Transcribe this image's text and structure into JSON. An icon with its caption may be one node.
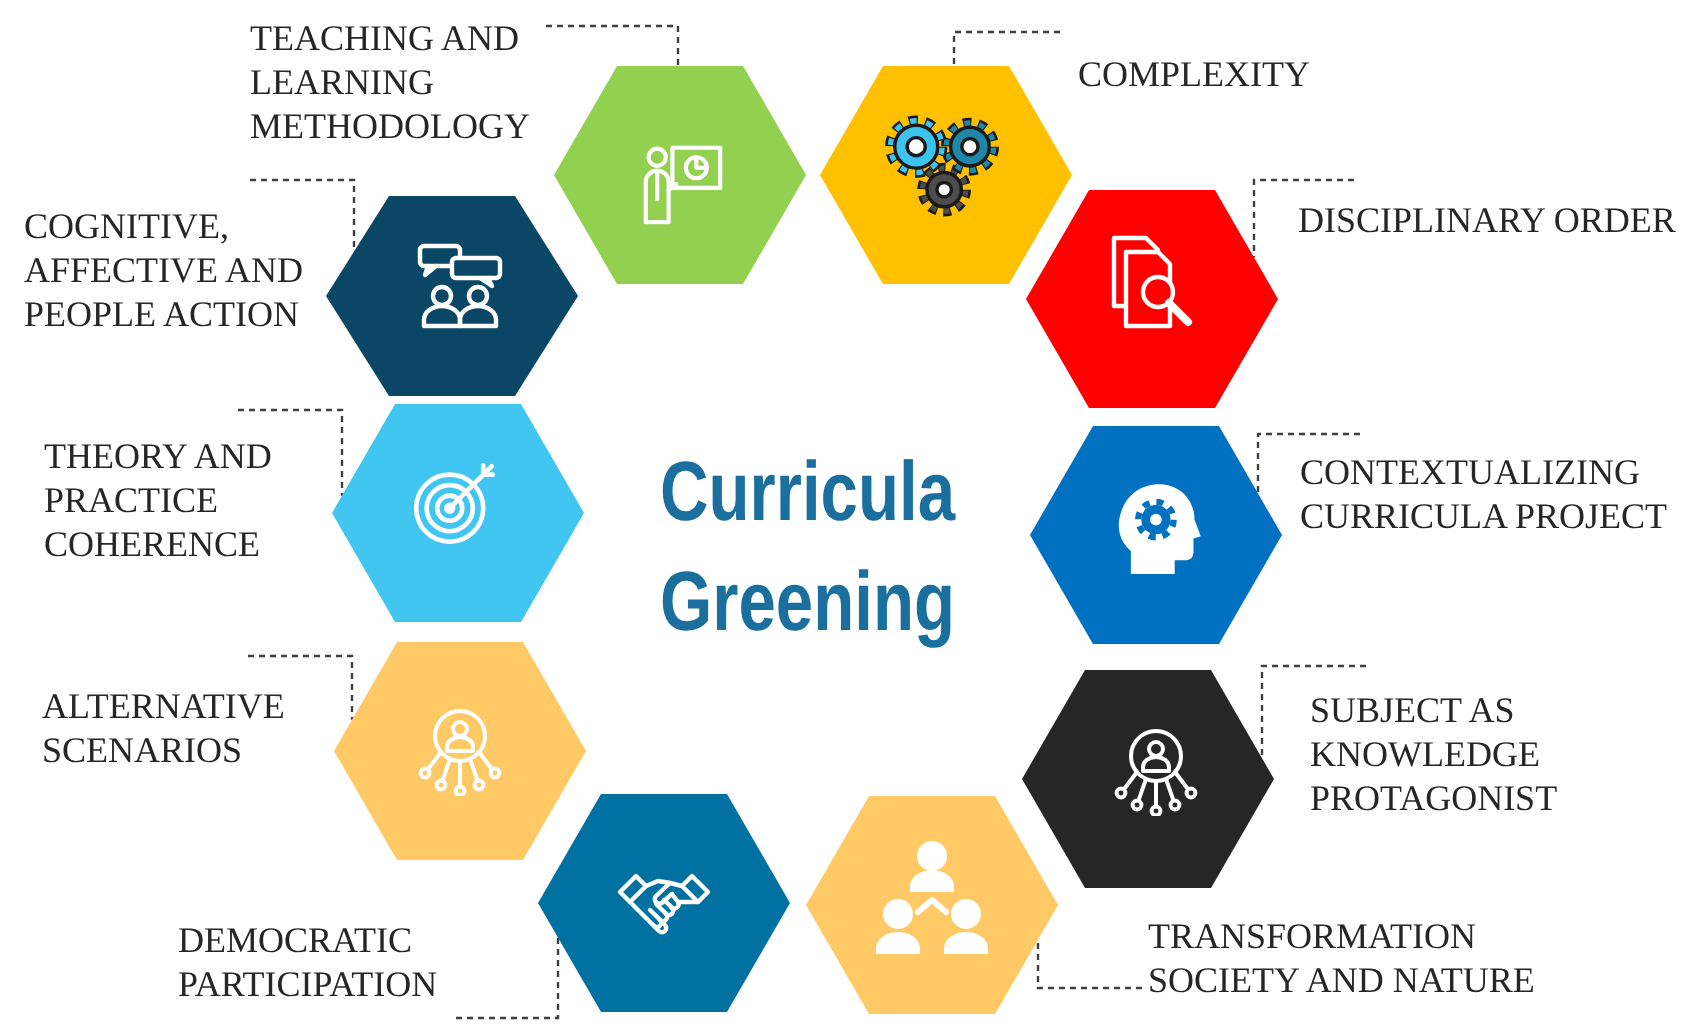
{
  "diagram": {
    "title": "Curricula Greening",
    "nodes": [
      {
        "text": [
          "TEACHING AND LEARNING METHODOLOGY"
        ]
      },
      {
        "text": [],
        "shape": "hexagon"
      },
      {
        "text": [
          "COMPLEXITY"
        ]
      },
      {
        "text": [],
        "shape": "hexagon"
      },
      {
        "text": [
          "COGNITIVE, AFFECTIVE AND PEOPLE ACTION"
        ]
      },
      {
        "text": [],
        "shape": "hexagon"
      },
      {
        "text": [
          "DISCIPLINARY ORDER"
        ]
      },
      {
        "text": [],
        "shape": "hexagon"
      },
      {
        "text": [
          "THEORY AND PRACTICE COHERENCE"
        ]
      },
      {
        "text": [],
        "shape": "hexagon"
      },
      {
        "text": [
          "CONTEXTUALIZING CURRICULA PROJECT"
        ]
      },
      {
        "text": [],
        "shape": "hexagon"
      },
      {
        "text": [
          "ALTERNATIVE SCENARIOS"
        ]
      },
      {
        "text": [],
        "shape": "hexagon"
      },
      {
        "text": [
          "SUBJECT AS KNOWLEDGE PROTAGONIST"
        ]
      },
      {
        "text": [],
        "shape": "hexagon"
      },
      {
        "text": [
          "DEMOCRATIC PARTICIPATION"
        ]
      },
      {
        "text": [],
        "shape": "hexagon"
      },
      {
        "text": [
          "TRANSFORMATION SOCIETY AND NATURE"
        ]
      },
      {
        "text": [],
        "shape": "hexagon"
      }
    ],
    "edges": [
      {
        "from": 0,
        "to": 1,
        "arrow": "none",
        "style": "dashed"
      },
      {
        "from": 2,
        "to": 3,
        "arrow": "none",
        "style": "dashed"
      },
      {
        "from": 4,
        "to": 5,
        "arrow": "none",
        "style": "dashed"
      },
      {
        "from": 6,
        "to": 7,
        "arrow": "none",
        "style": "dashed"
      },
      {
        "from": 8,
        "to": 9,
        "arrow": "none",
        "style": "dashed"
      },
      {
        "from": 10,
        "to": 11,
        "arrow": "none",
        "style": "dashed"
      },
      {
        "from": 12,
        "to": 13,
        "arrow": "none",
        "style": "dashed"
      },
      {
        "from": 14,
        "to": 15,
        "arrow": "none",
        "style": "dashed"
      },
      {
        "from": 16,
        "to": 17,
        "arrow": "none",
        "style": "dashed"
      },
      {
        "from": 18,
        "to": 19,
        "arrow": "none",
        "style": "dashed"
      }
    ]
  }
}
